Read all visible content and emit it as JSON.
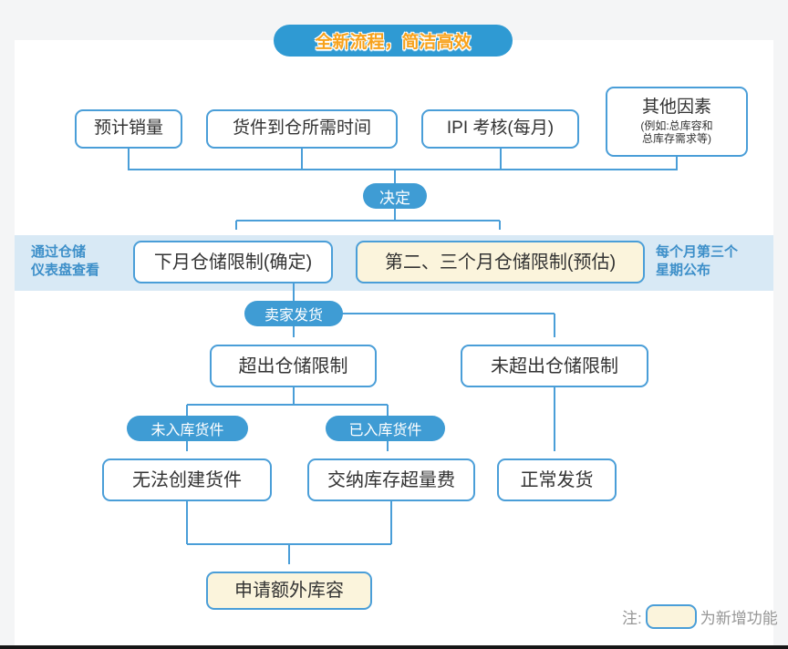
{
  "badge": {
    "label": "全新流程，简洁高效"
  },
  "colors": {
    "accent": "#4a9ed8",
    "pill": "#3f9cd4",
    "badge": "#2f9ad3",
    "band": "#d8e9f5",
    "cream": "#fbf4dc",
    "orange": "#f7a21c",
    "text_dark": "#333333",
    "note_blue": "#3d8fc9",
    "legend_gray": "#969696"
  },
  "flow": {
    "inputs": [
      {
        "label": "预计销量"
      },
      {
        "label": "货件到仓所需时间"
      },
      {
        "label": "IPI 考核(每月)"
      },
      {
        "label": "其他因素",
        "sublabel": "(例如:总库容和\n总库存需求等)"
      }
    ],
    "decision": "决定",
    "monthly_limit": "下月仓储限制(确定)",
    "future_limit": "第二、三个月仓储限制(预估)",
    "left_note": "通过仓储\n仪表盘查看",
    "right_note": "每个月第三个\n星期公布",
    "seller_ship": "卖家发货",
    "over_limit": "超出仓储限制",
    "not_over_limit": "未超出仓储限制",
    "not_stocked_tag": "未入库货件",
    "stocked_tag": "已入库货件",
    "cannot_create": "无法创建货件",
    "overage_fee": "交纳库存超量费",
    "normal_ship": "正常发货",
    "extra_capacity": "申请额外库容",
    "legend": {
      "prefix": "注:",
      "suffix": "为新增功能"
    }
  }
}
